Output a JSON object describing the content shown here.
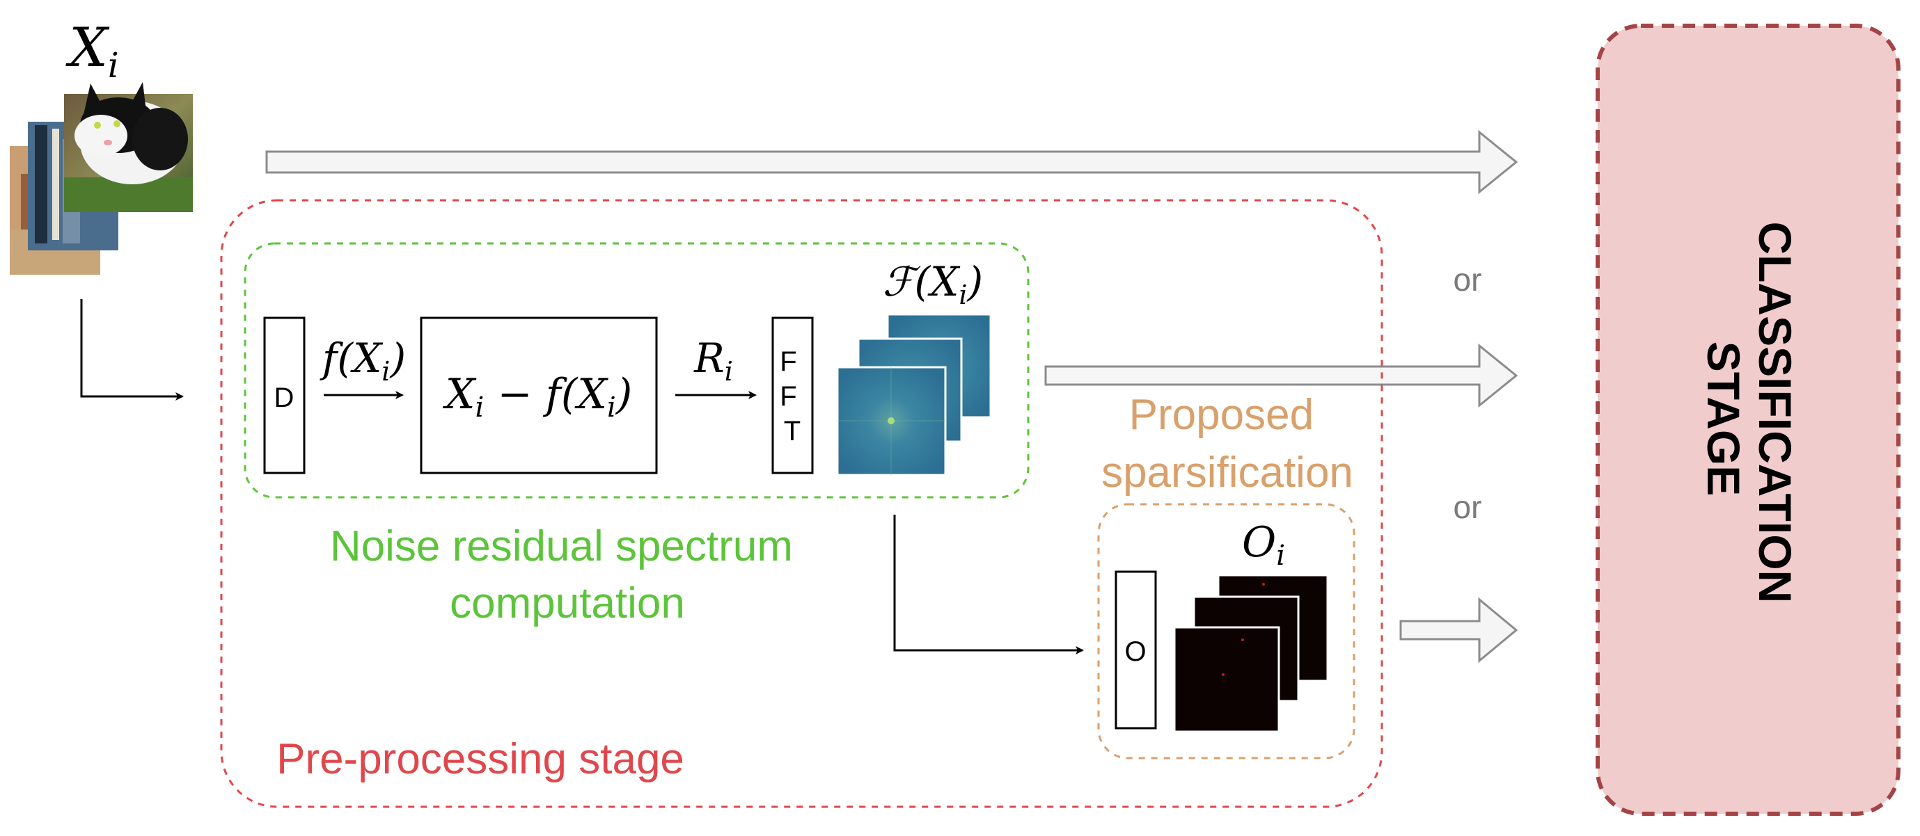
{
  "input_label": "X",
  "input_label_sub": "i",
  "or_top": "or",
  "or_bottom": "or",
  "denoiser_label": "D",
  "f_label": "f(X",
  "f_label_sub": "i",
  "f_label_close": ")",
  "residual_main": "X",
  "residual_sub1": "i",
  "residual_mid": " − f(X",
  "residual_sub2": "i",
  "residual_close": ")",
  "r_label": "R",
  "r_label_sub": "i",
  "fft_letters": [
    "F",
    "F",
    "T"
  ],
  "spectrum_label": "ℱ(X",
  "spectrum_label_sub": "i",
  "spectrum_label_close": ")",
  "noise_caption_line1": "Noise residual spectrum",
  "noise_caption_line2": "computation",
  "sparsification_line1": "Proposed",
  "sparsification_line2": "sparsification",
  "o_block_label": "O",
  "o_output_label": "O",
  "o_output_sub": "i",
  "preprocessing_label": "Pre-processing stage",
  "classification_line1": "CLASSIFICATION",
  "classification_line2": "STAGE",
  "colors": {
    "preprocessing": "#e0474c",
    "noise": "#5cc43a",
    "sparsification": "#d9a06b",
    "classification_fill": "#f1cccd",
    "classification_border": "#a44446",
    "arrow_outline": "#8c8c8c",
    "spectrum": "#2d7596"
  }
}
